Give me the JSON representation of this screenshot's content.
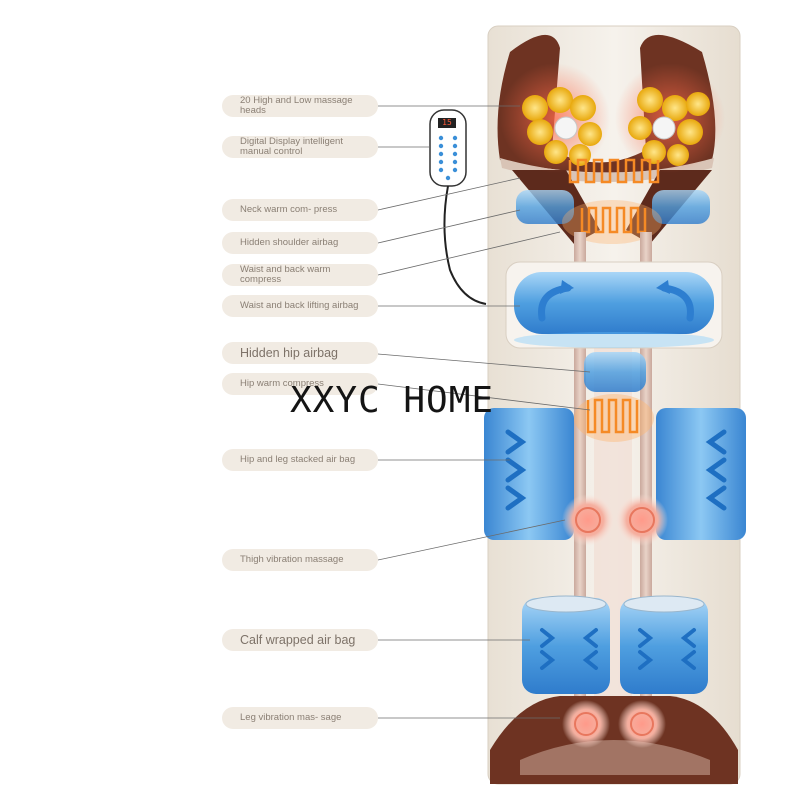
{
  "labels": [
    {
      "id": "massage-heads",
      "text": "20 High and Low massage heads",
      "big": false
    },
    {
      "id": "digital-display",
      "text": "Digital Display intelligent manual control",
      "big": false
    },
    {
      "id": "neck-warm",
      "text": "Neck warm com- press",
      "big": false
    },
    {
      "id": "shoulder-airbag",
      "text": "Hidden shoulder airbag",
      "big": false
    },
    {
      "id": "waist-warm",
      "text": "Waist and back warm compress",
      "big": false
    },
    {
      "id": "waist-lifting",
      "text": "Waist and back lifting airbag",
      "big": false
    },
    {
      "id": "hip-airbag",
      "text": "Hidden hip airbag",
      "big": true
    },
    {
      "id": "hip-warm",
      "text": "Hip warm compress",
      "big": false
    },
    {
      "id": "hip-leg-stacked",
      "text": "Hip and leg stacked air bag",
      "big": false
    },
    {
      "id": "thigh-vibration",
      "text": "Thigh vibration massage",
      "big": false
    },
    {
      "id": "calf-airbag",
      "text": "Calf wrapped air bag",
      "big": true
    },
    {
      "id": "leg-vibration",
      "text": "Leg vibration mas- sage",
      "big": false
    }
  ],
  "remote": {
    "display_value": "15"
  },
  "watermark": "XXYC HOME",
  "colors": {
    "mat": "#f2ece3",
    "brown": "#7a3a26",
    "airbag": "#5aa6e0",
    "heat": "#f28a2a",
    "label_bg": "#f1ebe3"
  }
}
